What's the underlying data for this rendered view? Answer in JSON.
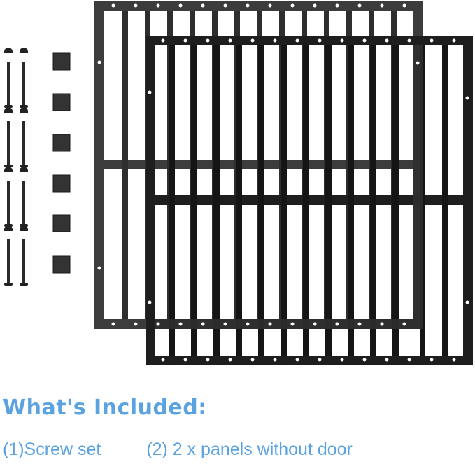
{
  "product": {
    "heading": "What's Included:",
    "items": [
      {
        "label": "(1)Screw set"
      },
      {
        "label": "(2) 2 x panels without door"
      }
    ]
  },
  "hardware": {
    "screw_pairs": 4,
    "square_pads": 6
  },
  "colors": {
    "accent": "#5aa2e0",
    "back_panel": "#3c3c3c",
    "front_panel": "#1e1e1e"
  }
}
